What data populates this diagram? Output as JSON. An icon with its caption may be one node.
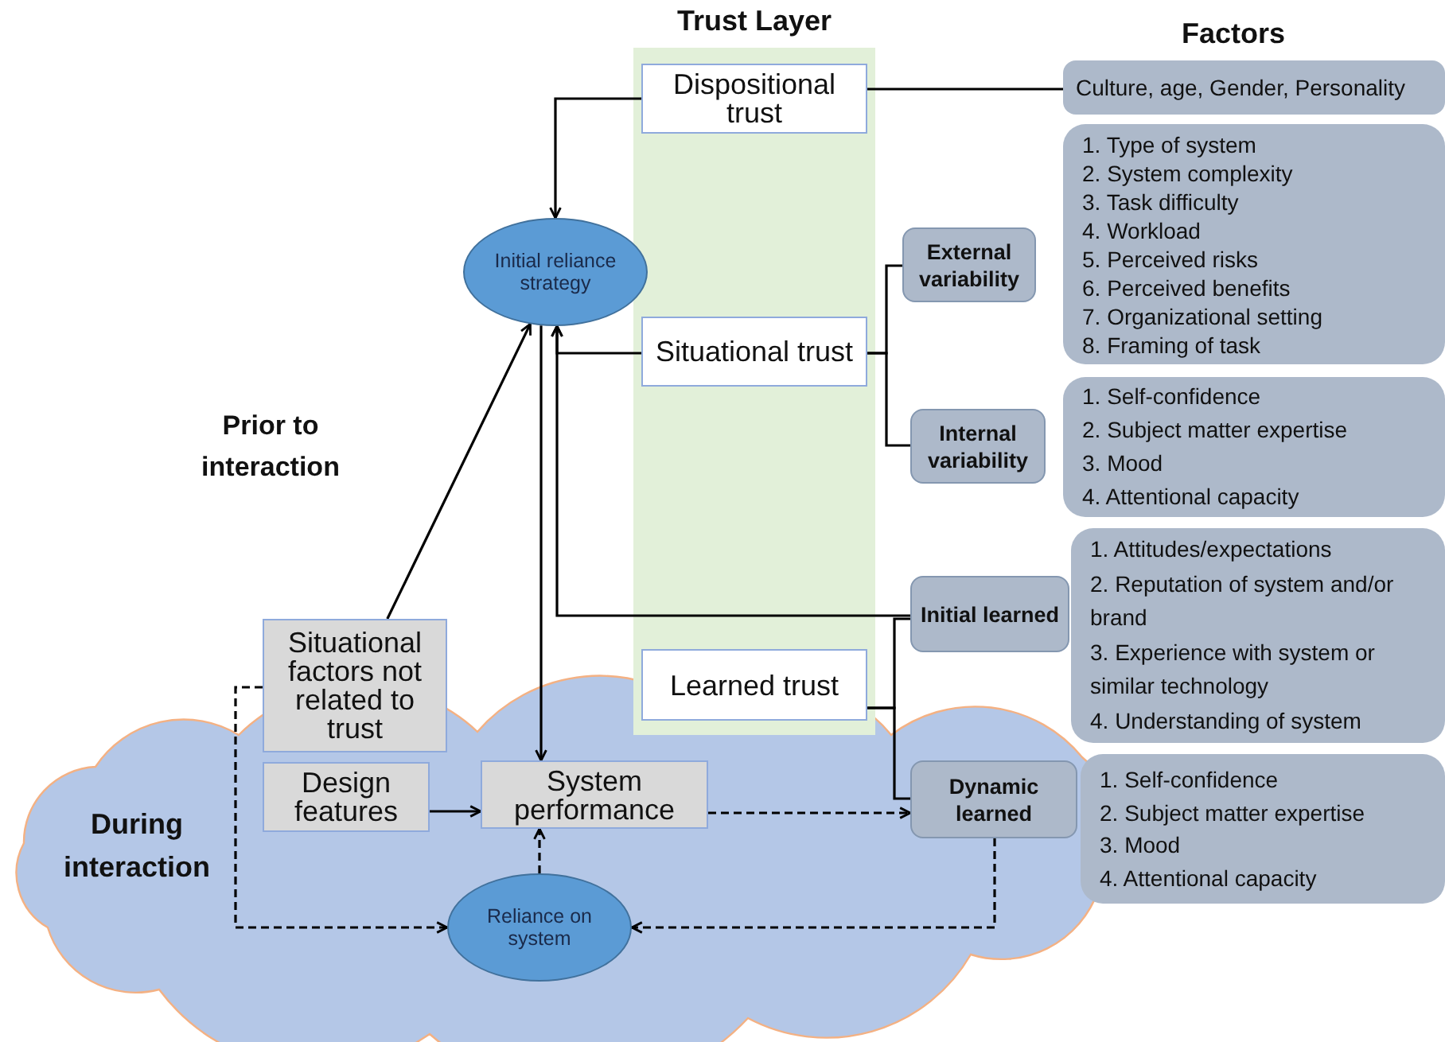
{
  "diagram": {
    "nodes": [
      {
        "text": [
          "Trust Layer"
        ]
      },
      {
        "text": [
          "Dispositional trust"
        ],
        "in": 0
      },
      {
        "text": [
          "Culture, age, Gender, Personality"
        ]
      },
      {
        "text": [
          "Initial reliance strategy"
        ]
      },
      {
        "text": [
          "External variability"
        ]
      },
      {
        "text": [
          "1. Type of system",
          "2. System complexity",
          "3. Task difficulty",
          "4. Workload",
          "5. Perceived risks",
          "6. Perceived benefits",
          "7. Organizational setting",
          "8. Framing of task"
        ]
      },
      {
        "text": [
          "Situational trust"
        ],
        "in": 0
      },
      {
        "text": [
          "Internal variability"
        ]
      },
      {
        "text": [
          "1. Self-confidence",
          "2. Subject matter expertise",
          "3. Mood",
          "4. Attentional capacity"
        ]
      },
      {
        "text": [
          "Initial learned"
        ]
      },
      {
        "text": [
          "1. Attitudes/expectations",
          "2. Reputation of system and/or brand",
          "3. Experience with system or similar technology",
          "4. Understanding of system"
        ]
      },
      {
        "text": [
          "Situational factors not related to trust"
        ]
      },
      {
        "text": [
          "Learned trust"
        ],
        "in": 0
      },
      {
        "text": [
          "During interaction"
        ]
      },
      {
        "text": [
          "Design features"
        ],
        "in": 13
      },
      {
        "text": [
          "System performance"
        ],
        "in": 13
      },
      {
        "text": [
          "Dynamic learned"
        ],
        "in": 13
      },
      {
        "text": [
          "1. Self-confidence",
          "2. Subject matter expertise",
          "3. Mood",
          "4. Attentional capacity"
        ]
      },
      {
        "text": [
          "Reliance on system"
        ],
        "in": 13
      }
    ],
    "edges": [
      {
        "from": 1,
        "to": 3,
        "arrow": "to"
      },
      {
        "from": 1,
        "to": 2,
        "arrow": "none"
      },
      {
        "from": 6,
        "to": 3,
        "arrow": "to"
      },
      {
        "from": 9,
        "to": 3,
        "arrow": "to"
      },
      {
        "from": 11,
        "to": 3,
        "arrow": "to"
      },
      {
        "from": 3,
        "to": 15,
        "arrow": "to"
      },
      {
        "from": 6,
        "to": 4,
        "arrow": "none"
      },
      {
        "from": 6,
        "to": 7,
        "arrow": "none"
      },
      {
        "from": 12,
        "to": 9,
        "arrow": "none"
      },
      {
        "from": 12,
        "to": 16,
        "arrow": "none"
      },
      {
        "from": 14,
        "to": 15,
        "arrow": "to"
      },
      {
        "from": 18,
        "to": 15,
        "arrow": "to",
        "style": "dashed"
      },
      {
        "from": 15,
        "to": 16,
        "arrow": "to",
        "style": "dashed"
      },
      {
        "from": 16,
        "to": 18,
        "arrow": "to",
        "style": "dashed"
      },
      {
        "from": 11,
        "to": 18,
        "arrow": "to",
        "style": "dashed"
      }
    ],
    "labels": [
      "Factors",
      "Prior to interaction"
    ]
  }
}
